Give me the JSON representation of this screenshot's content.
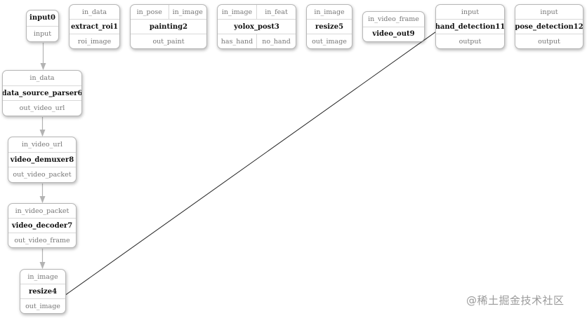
{
  "nodes": {
    "input0": {
      "inputs": [],
      "title": "input0",
      "outputs": [
        "input"
      ]
    },
    "extract_roi1": {
      "inputs": [
        "in_data"
      ],
      "title": "extract_roi1",
      "outputs": [
        "roi_image"
      ]
    },
    "painting2": {
      "inputs": [
        "in_pose",
        "in_image"
      ],
      "title": "painting2",
      "outputs": [
        "out_paint"
      ]
    },
    "yolox_post3": {
      "inputs": [
        "in_image",
        "in_feat"
      ],
      "title": "yolox_post3",
      "outputs": [
        "has_hand",
        "no_hand"
      ]
    },
    "resize5": {
      "inputs": [
        "in_image"
      ],
      "title": "resize5",
      "outputs": [
        "out_image"
      ]
    },
    "video_out9": {
      "inputs": [
        "in_video_frame"
      ],
      "title": "video_out9",
      "outputs": []
    },
    "hand_detection11": {
      "inputs": [
        "input"
      ],
      "title": "hand_detection11",
      "outputs": [
        "output"
      ]
    },
    "pose_detection12": {
      "inputs": [
        "input"
      ],
      "title": "pose_detection12",
      "outputs": [
        "output"
      ]
    },
    "data_source_parser6": {
      "inputs": [
        "in_data"
      ],
      "title": "data_source_parser6",
      "outputs": [
        "out_video_url"
      ]
    },
    "video_demuxer8": {
      "inputs": [
        "in_video_url"
      ],
      "title": "video_demuxer8",
      "outputs": [
        "out_video_packet"
      ]
    },
    "video_decoder7": {
      "inputs": [
        "in_video_packet"
      ],
      "title": "video_decoder7",
      "outputs": [
        "out_video_frame"
      ]
    },
    "resize4": {
      "inputs": [
        "in_image"
      ],
      "title": "resize4",
      "outputs": [
        "out_image"
      ]
    }
  },
  "edges": [
    {
      "from": "input0",
      "from_port": "input",
      "to": "data_source_parser6",
      "to_port": "in_data"
    },
    {
      "from": "data_source_parser6",
      "from_port": "out_video_url",
      "to": "video_demuxer8",
      "to_port": "in_video_url"
    },
    {
      "from": "video_demuxer8",
      "from_port": "out_video_packet",
      "to": "video_decoder7",
      "to_port": "in_video_packet"
    },
    {
      "from": "video_decoder7",
      "from_port": "out_video_frame",
      "to": "resize4",
      "to_port": "in_image"
    },
    {
      "from": "resize4",
      "from_port": "out_image",
      "to": "hand_detection11",
      "to_port": "input"
    }
  ],
  "watermark": "@稀土掘金技术社区",
  "colors": {
    "edge_gray": "#b3b3b3",
    "edge_dark": "#222222",
    "node_border": "#b7b7b7"
  }
}
